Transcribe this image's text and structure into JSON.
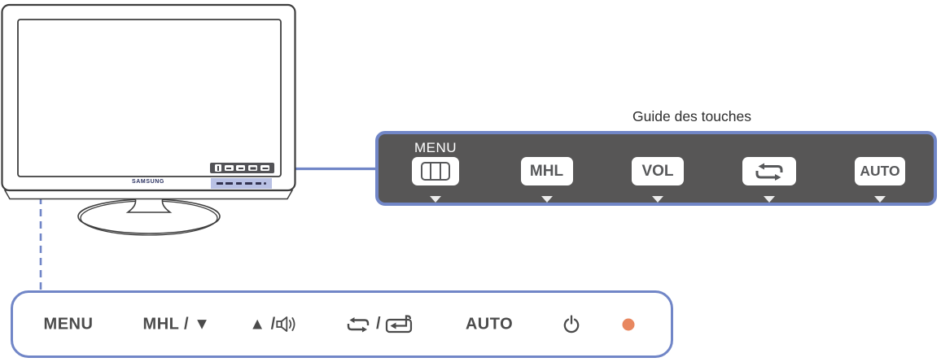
{
  "title": "Guide des touches",
  "monitor": {
    "brand": "SAMSUNG",
    "screen_strip_icons": [
      "mini-menu-icon",
      "mini-mhl-icon",
      "mini-vol-icon",
      "mini-rotate-icon",
      "mini-auto-icon"
    ],
    "bezel_strip_icons": [
      "menu",
      "mhl-down",
      "up-volume",
      "rotate-enter",
      "auto",
      "power"
    ]
  },
  "key_guide": {
    "menu_label": "MENU",
    "buttons": [
      {
        "name": "menu",
        "icon": "menu-grid-icon"
      },
      {
        "name": "mhl",
        "label": "MHL"
      },
      {
        "name": "vol",
        "label": "VOL"
      },
      {
        "name": "rotate",
        "icon": "rotate-loop-icon"
      },
      {
        "name": "auto",
        "label": "AUTO"
      }
    ]
  },
  "control_panel": {
    "items": [
      {
        "name": "menu",
        "label": "MENU"
      },
      {
        "name": "mhl-down",
        "label": "MHL / ▼"
      },
      {
        "name": "up-volume",
        "label_prefix": "▲ / ",
        "icon": "speaker-icon"
      },
      {
        "name": "rotate-enter",
        "icon_left": "rotate-loop-icon",
        "separator": "/",
        "icon_right": "enter-icon"
      },
      {
        "name": "auto",
        "label": "AUTO"
      },
      {
        "name": "power",
        "icon": "power-icon"
      },
      {
        "name": "power-led",
        "icon": "led-indicator"
      }
    ]
  },
  "colors": {
    "accent_blue": "#7186C7",
    "panel_dark": "#575656",
    "led_orange": "#E8875F",
    "strip_blue": "#B9C1E4"
  }
}
